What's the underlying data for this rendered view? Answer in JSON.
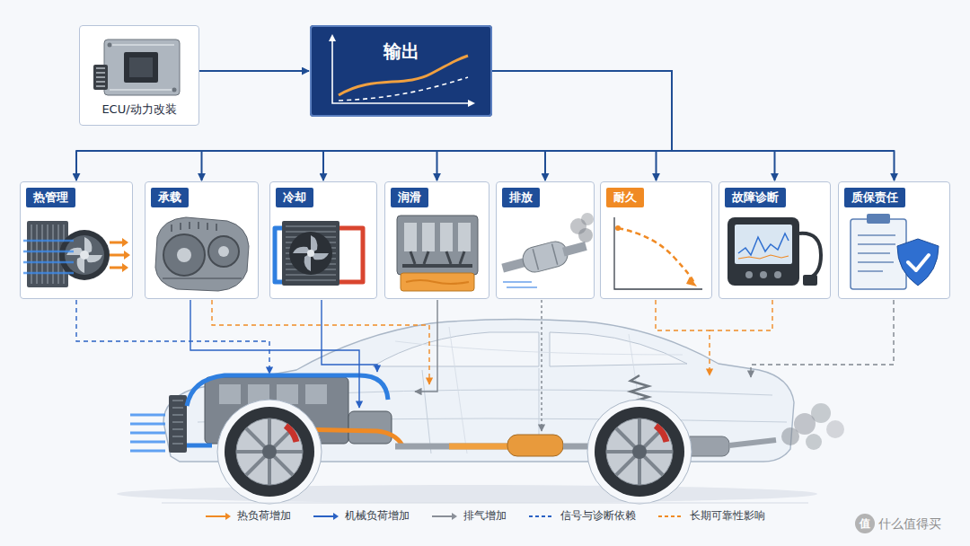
{
  "diagram": {
    "nodes": [
      {
        "text": [
          "ECU/动力改装"
        ]
      },
      {
        "text": [
          "输出"
        ]
      },
      {
        "text": [
          "热管理"
        ]
      },
      {
        "text": [
          "承载"
        ]
      },
      {
        "text": [
          "冷却"
        ]
      },
      {
        "text": [
          "润滑"
        ]
      },
      {
        "text": [
          "排放"
        ]
      },
      {
        "text": [
          "耐久"
        ]
      },
      {
        "text": [
          "故障诊断"
        ]
      },
      {
        "text": [
          "质保责任"
        ]
      }
    ],
    "edges": [
      {
        "from": 0,
        "to": 1,
        "arrow": "to"
      },
      {
        "from": 1,
        "to": 2,
        "arrow": "to"
      },
      {
        "from": 1,
        "to": 3,
        "arrow": "to"
      },
      {
        "from": 1,
        "to": 4,
        "arrow": "to"
      },
      {
        "from": 1,
        "to": 5,
        "arrow": "to"
      },
      {
        "from": 1,
        "to": 6,
        "arrow": "to"
      },
      {
        "from": 1,
        "to": 7,
        "arrow": "to"
      },
      {
        "from": 1,
        "to": 8,
        "arrow": "to"
      },
      {
        "from": 1,
        "to": 9,
        "arrow": "to"
      }
    ],
    "labels": [
      "值",
      "什么值得买"
    ],
    "legend": [
      {
        "text": "热负荷增加"
      },
      {
        "text": "机械负荷增加"
      },
      {
        "text": "排气增加"
      },
      {
        "text": "信号与诊断依赖"
      },
      {
        "text": "长期可靠性影响"
      }
    ]
  }
}
